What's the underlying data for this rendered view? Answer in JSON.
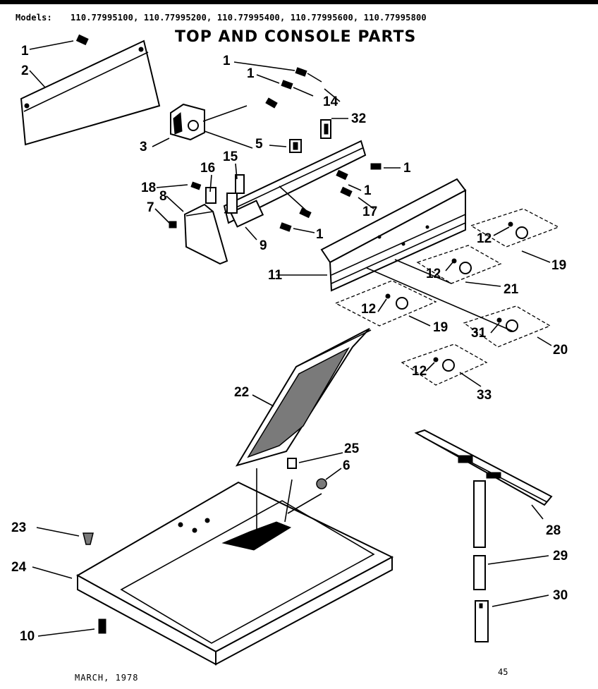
{
  "header": {
    "models_label": "Models:",
    "models_list": "110.77995100, 110.77995200, 110.77995400, 110.77995600, 110.77995800",
    "title": "TOP AND CONSOLE PARTS"
  },
  "footer": {
    "date": "MARCH, 1978",
    "page": "45"
  },
  "callouts": {
    "c1a": "1",
    "c2": "2",
    "c1b": "1",
    "c1c": "1",
    "c14": "14",
    "c32": "32",
    "c3": "3",
    "c5": "5",
    "c1d": "1",
    "c16": "16",
    "c15": "15",
    "c18": "18",
    "c8": "8",
    "c1e": "1",
    "c7": "7",
    "c17": "17",
    "c1f": "1",
    "c9": "9",
    "c12a": "12",
    "c19a": "19",
    "c11": "11",
    "c12b": "12",
    "c21": "21",
    "c12c": "12",
    "c19b": "19",
    "c31": "31",
    "c20": "20",
    "c12d": "12",
    "c33": "33",
    "c22": "22",
    "c25": "25",
    "c6": "6",
    "c28": "28",
    "c23": "23",
    "c29": "29",
    "c24": "24",
    "c30": "30",
    "c10": "10"
  }
}
